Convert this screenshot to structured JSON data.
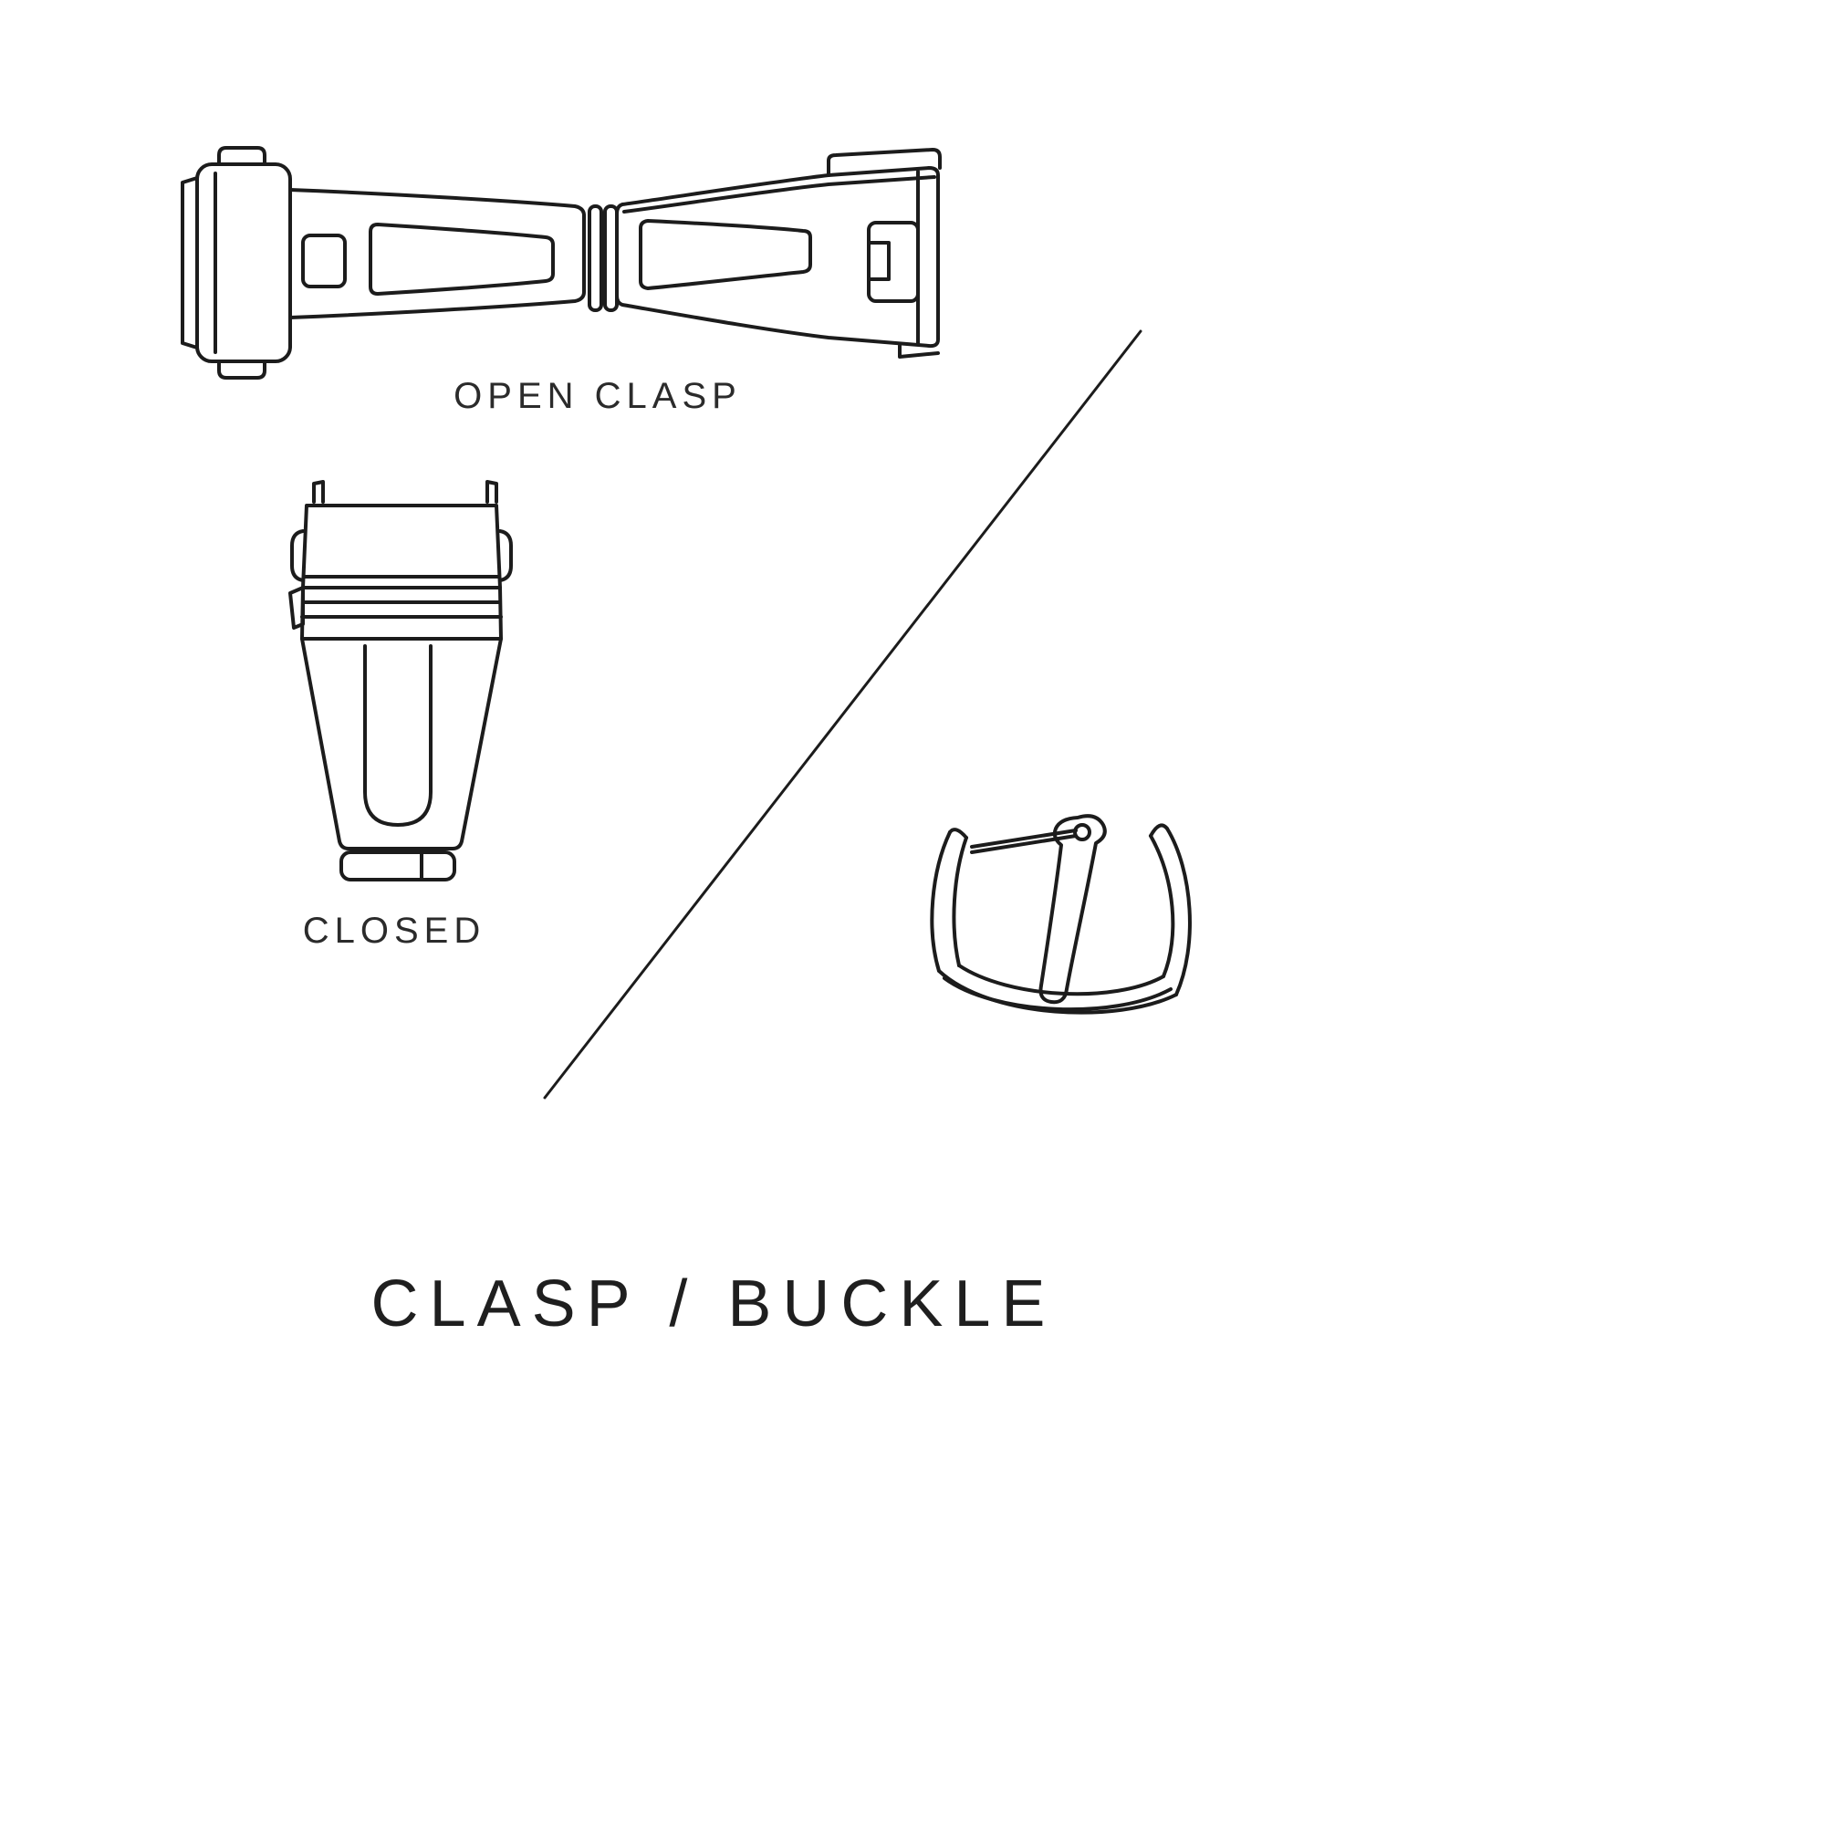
{
  "page": {
    "title": "CLASP / BUCKLE",
    "background_color": "#ffffff",
    "ink_color": "#1c1c1c"
  },
  "labels": {
    "open_clasp": "OPEN CLASP",
    "closed": "CLOSED"
  },
  "illustrations": [
    {
      "name": "open-clasp-drawing",
      "caption": "OPEN CLASP"
    },
    {
      "name": "closed-clasp-drawing",
      "caption": "CLOSED"
    },
    {
      "name": "buckle-drawing",
      "caption": ""
    },
    {
      "name": "diagonal-divider-line",
      "caption": ""
    }
  ]
}
